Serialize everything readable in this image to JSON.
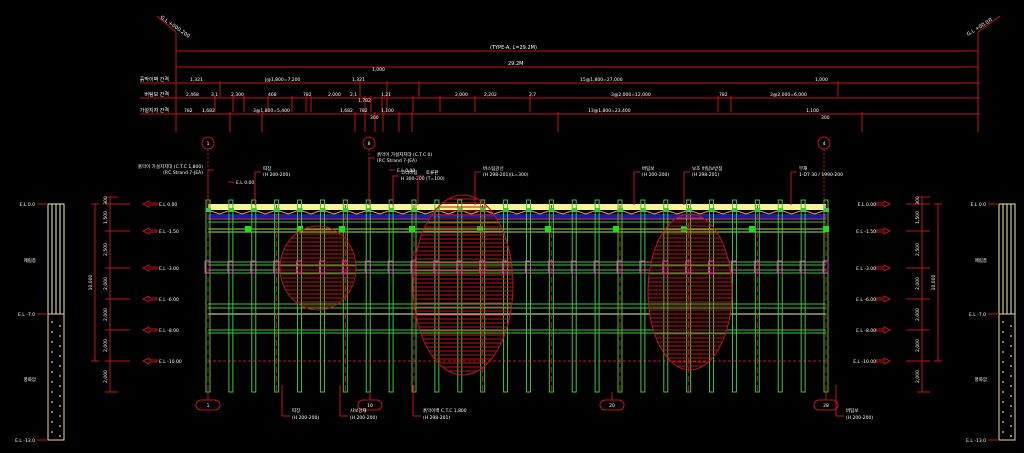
{
  "drawing": {
    "title_left_diag": "G.L +000.200",
    "title_right_diag": "G.L +00.0Л",
    "overall_dim": "(TYPE-A, L=29.2M)",
    "total_dim": "29.2M",
    "dim_rows": [
      {
        "label": "흙막이벽 간격",
        "segments": [
          "1,321",
          "J@1,800=7,200",
          "1,321",
          "1,000",
          "15@1,800=27,000",
          "1,000"
        ]
      },
      {
        "label": "버팀보 간격",
        "segments": [
          "2,468",
          "3,1",
          "2,300",
          "468",
          "782",
          "2,000",
          "2,1",
          "1,782",
          "1,21",
          "2,000",
          "2,202",
          "2,7",
          "3@2,000=12,000",
          "782",
          "3@2,000=6,000"
        ]
      },
      {
        "label": "가설지지 간격",
        "segments": [
          "782",
          "1,682",
          "3@1,800=5,400",
          "1,682",
          "782",
          "1,100",
          "300",
          "13@1,800=23,400",
          "1,100",
          "300"
        ]
      }
    ],
    "grid_markers_top": [
      "1",
      "8",
      "4"
    ],
    "grid_markers_bottom": [
      "1",
      "10",
      "20",
      "28"
    ],
    "elevations_left": [
      "E.L 0.00",
      "E.L -1.50",
      "E.L -3.00",
      "E.L -6.00",
      "E.L -8.00",
      "E.L -10.00"
    ],
    "elevations_right": [
      "E.L 0.00",
      "E.L -1.50",
      "E.L -3.00",
      "E.L -6.00",
      "E.L -8.00",
      "E.L -10.00"
    ],
    "vertical_dims": [
      "300",
      "1,500",
      "2,500",
      "2,000",
      "2,000",
      "2,000",
      "2,000"
    ],
    "vertical_total": "10,000",
    "soil_column": {
      "top": "E.L 0.0",
      "mid": "E.L -7.0",
      "bottom": "E.L -13.0",
      "layer1": "매립층",
      "layer2": "풍화암"
    },
    "callouts_top": [
      {
        "line1": "흙막이 가설지지대 (C.T.C 1,800)",
        "line2": "(P.C Strand 7-JEA)",
        "sub": "E.L 0.00"
      },
      {
        "line1": "띠장",
        "line2": "(H 200-200)"
      },
      {
        "line1": "흙막이 가설지지대 (C.T.C 0)",
        "line2": "(P.C Strand 7-JEA)",
        "sub": "E.L 0.00"
      },
      {
        "line1": "코너버팀",
        "line2": "H 300-200"
      },
      {
        "line1": "토류판",
        "line2": "(T=100)"
      },
      {
        "line1": "버스팀강선",
        "line2": "(H 298-201)(L=300)"
      },
      {
        "line1": "버팀보",
        "line2": "(H 200-200)"
      },
      {
        "line1": "보조 버팀보받침",
        "line2": "(H 298-201)"
      },
      {
        "line1": "부재",
        "line2": "1-D7 30 / 1990-200"
      }
    ],
    "callouts_bottom": [
      {
        "line1": "띠장",
        "line2": "(H 200-200)"
      },
      {
        "line1": "사보강재",
        "line2": "(H 200-200)"
      },
      {
        "line1": "흙막이벽 C.T.C 1,800",
        "line2": "(H 298-201)"
      },
      {
        "line1": "버팀보",
        "line2": "(H 200-200)"
      }
    ]
  },
  "colors": {
    "background": "#000000",
    "dimension": "#c01515",
    "pile": "#3ec43e",
    "strut": "#9ee04a",
    "cap": "#f4f29a",
    "waler_blue": "#1c1c9c",
    "bracket": "#e040c0",
    "soil": "#f0d3a0",
    "text": "#ffffff"
  }
}
